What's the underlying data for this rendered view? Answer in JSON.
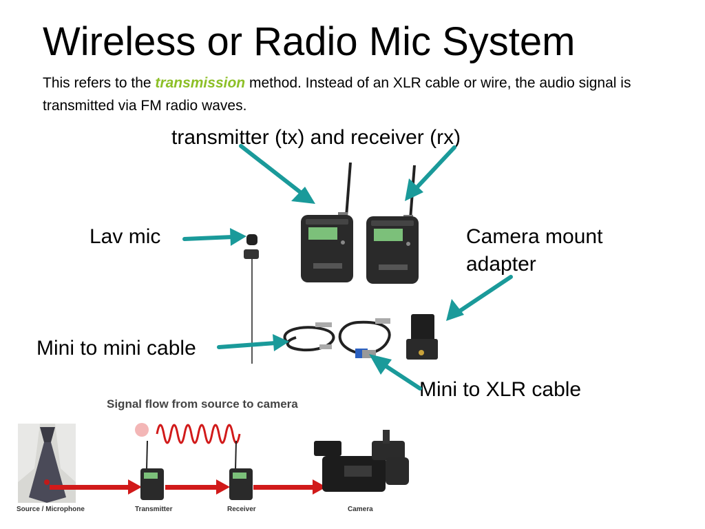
{
  "slide": {
    "title": "Wireless or Radio Mic System",
    "subtitle_pre": "This refers to the ",
    "subtitle_em": "transmission",
    "subtitle_post": " method.  Instead of an XLR cable or wire, the audio signal is transmitted via FM radio waves."
  },
  "labels": {
    "txrx": "transmitter (tx) and receiver (rx)",
    "lav": "Lav mic",
    "camera_mount_line1": "Camera mount",
    "camera_mount_line2": "adapter",
    "mini_mini": "Mini to mini cable",
    "mini_xlr": "Mini to XLR cable"
  },
  "signal_flow": {
    "title": "Signal flow from source to camera",
    "captions": [
      "Source / Microphone",
      "Transmitter",
      "Receiver",
      "Camera"
    ]
  },
  "colors": {
    "arrow": "#1a9a9a",
    "accent": "#8cbf26",
    "flow_arrow": "#d11a1a"
  }
}
